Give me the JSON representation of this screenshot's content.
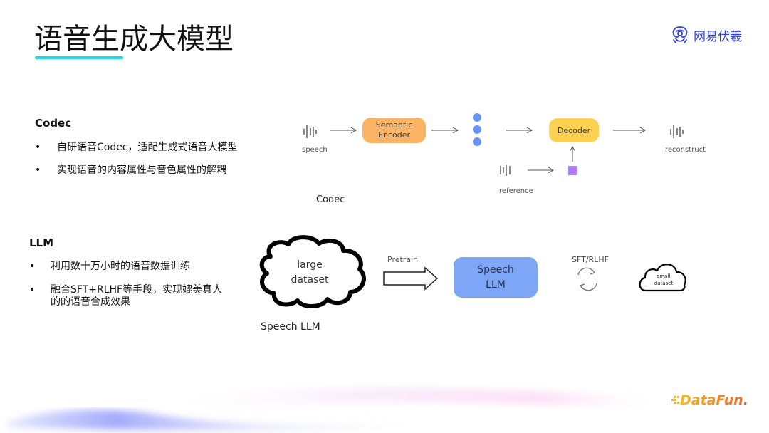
{
  "header": {
    "title": "语音生成大模型",
    "brand_name": "网易伏羲",
    "accent_color": "#19d6e0",
    "brand_color": "#2f3fe0"
  },
  "codec_section": {
    "heading": "Codec",
    "bullets": [
      "自研语音Codec，适配生成式语音大模型",
      "实现语音的内容属性与音色属性的解耦"
    ]
  },
  "llm_section": {
    "heading": "LLM",
    "bullets": [
      "利用数十万小时的语音数据训练",
      "融合SFT+RLHF等手段，实现媲美真人",
      "的的语音合成效果"
    ]
  },
  "codec_diagram": {
    "caption": "Codec",
    "speech_label": "speech",
    "encoder_label_1": "Semantic",
    "encoder_label_2": "Encoder",
    "decoder_label": "Decoder",
    "reference_label": "reference",
    "reconstruct_label": "reconstruct",
    "encoder_color": "#fbb465",
    "decoder_color": "#fbd14f",
    "token_color": "#6b93f5",
    "ref_token_color": "#b07cf5"
  },
  "llm_diagram": {
    "caption": "Speech LLM",
    "large_dataset_1": "large",
    "large_dataset_2": "dataset",
    "pretrain_label": "Pretrain",
    "model_label_1": "Speech",
    "model_label_2": "LLM",
    "finetune_label": "SFT/RLHF",
    "small_dataset_1": "small",
    "small_dataset_2": "dataset",
    "model_color": "#7ea6f7"
  },
  "footer": {
    "logo_text": "DataFun."
  }
}
